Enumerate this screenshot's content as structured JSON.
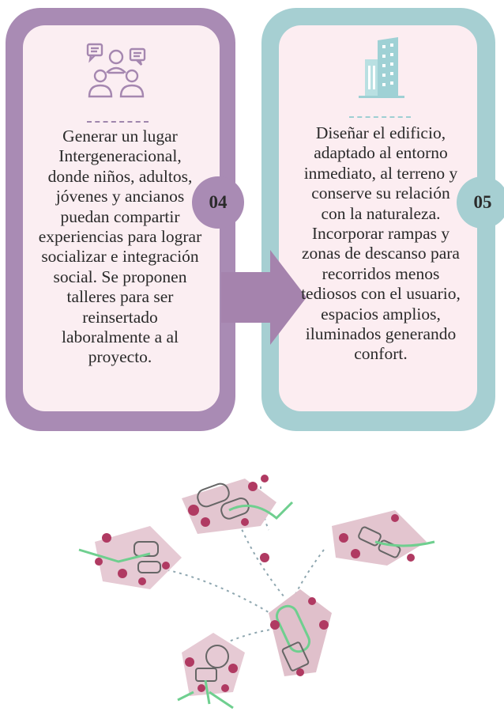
{
  "cards": [
    {
      "number": "04",
      "text": [
        "Generar un lugar",
        "Intergeneracional,",
        "donde niños, adultos,",
        "jóvenes y ancianos",
        "puedan compartir",
        "experiencias para lograr",
        "socializar e integración",
        "social. Se proponen",
        "talleres para ser",
        "reinsertado",
        "laboralmente a al",
        "proyecto."
      ],
      "icon": "people-chat-icon",
      "frame_color": "#a98bb4",
      "fill_color": "#fbeef2"
    },
    {
      "number": "05",
      "text": [
        "Diseñar el edificio,",
        "adaptado al entorno",
        "inmediato, al terreno y",
        "conserve su relación",
        "con la naturaleza.",
        "Incorporar rampas y",
        "zonas de descanso para",
        "recorridos menos",
        "tediosos con el usuario,",
        "espacios amplios,",
        "iluminados generando",
        "confort."
      ],
      "icon": "buildings-icon",
      "frame_color": "#a6cfd2",
      "fill_color": "#fcedf1"
    }
  ],
  "map": {
    "icon": "site-network-map-illustration",
    "accent": "#b3476b"
  }
}
